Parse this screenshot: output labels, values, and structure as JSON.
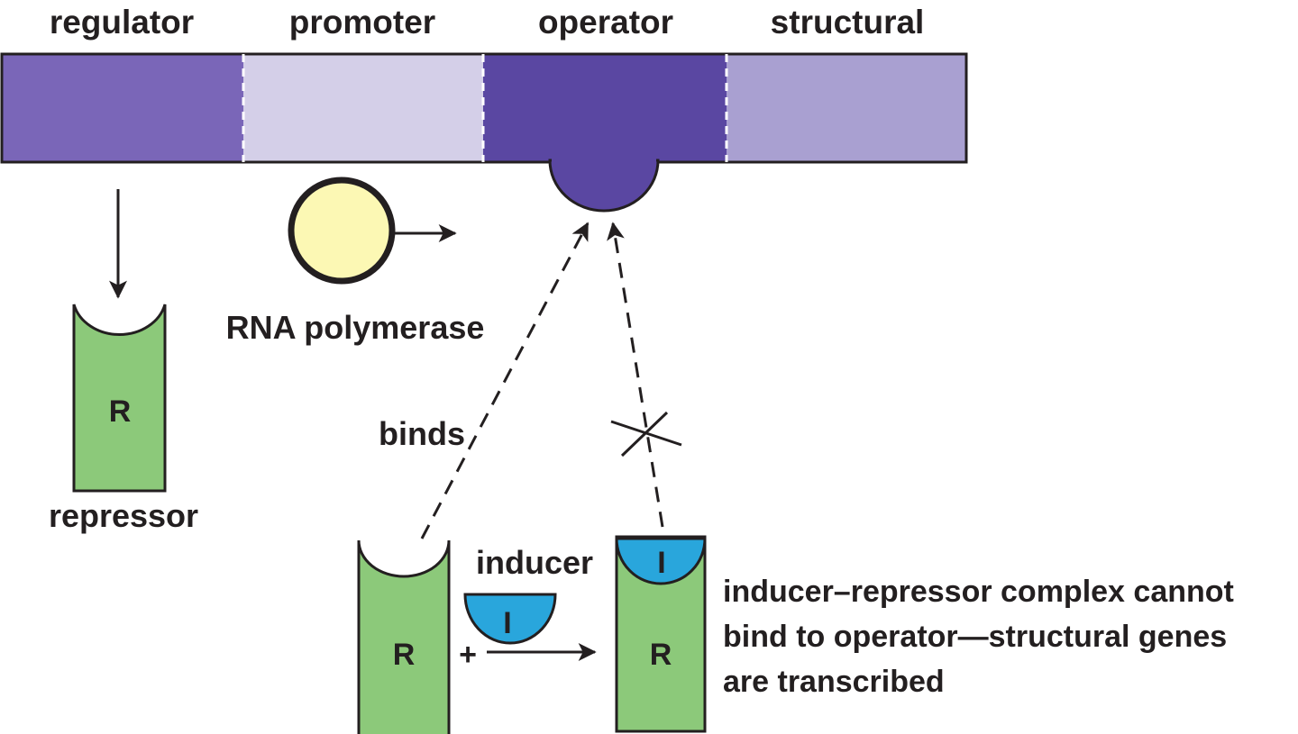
{
  "dna": {
    "segments": [
      {
        "label": "regulator",
        "color": "#7a66b8"
      },
      {
        "label": "promoter",
        "color": "#d4cfe8"
      },
      {
        "label": "operator",
        "color": "#5a47a2"
      },
      {
        "label": "structural",
        "color": "#a9a0d1"
      }
    ]
  },
  "labels": {
    "repressor": "repressor",
    "rna_polymerase": "RNA polymerase",
    "binds": "binds",
    "inducer": "inducer",
    "repressor_symbol": "R",
    "inducer_symbol": "I",
    "plus": "+"
  },
  "caption": {
    "lines": [
      "inducer–repressor complex cannot",
      "bind to operator—structural genes",
      "are transcribed"
    ]
  },
  "colors": {
    "repressor_fill": "#8cc97a",
    "inducer_fill": "#29a6dc",
    "polymerase_fill": "#fcf8b4",
    "outline": "#231f20"
  }
}
